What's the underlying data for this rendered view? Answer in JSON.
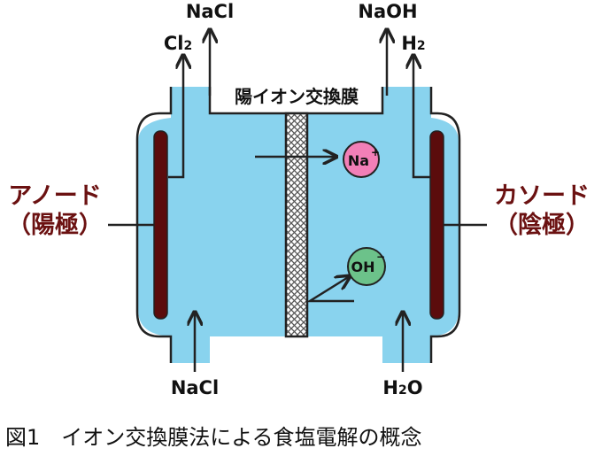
{
  "outlets": {
    "anode": "NaCl",
    "cathode": "NaOH"
  },
  "gases": {
    "chlorine": "Cl",
    "chlorine_sub": "2",
    "hydrogen": "H",
    "hydrogen_sub": "2"
  },
  "membrane_label": "陽イオン交換膜",
  "anode": {
    "name": "アノード",
    "sub": "（陽極）"
  },
  "cathode": {
    "name": "カソード",
    "sub": "（陰極）"
  },
  "ions": {
    "sodium": "Na",
    "sodium_charge": "+",
    "hydroxide": "OH",
    "hydroxide_charge": "−"
  },
  "inlets": {
    "anode": "NaCl",
    "cathode": "H",
    "cathode_sub": "2",
    "cathode_tail": "O"
  },
  "caption": "図1　イオン交換膜法による食塩電解の概念",
  "colors": {
    "electrolyte": "#89d3ee",
    "electrode": "#5b0c0c",
    "side_label": "#6b1111",
    "sodium_ion": "#f27fb7",
    "hydroxide_ion": "#6cc28a"
  }
}
